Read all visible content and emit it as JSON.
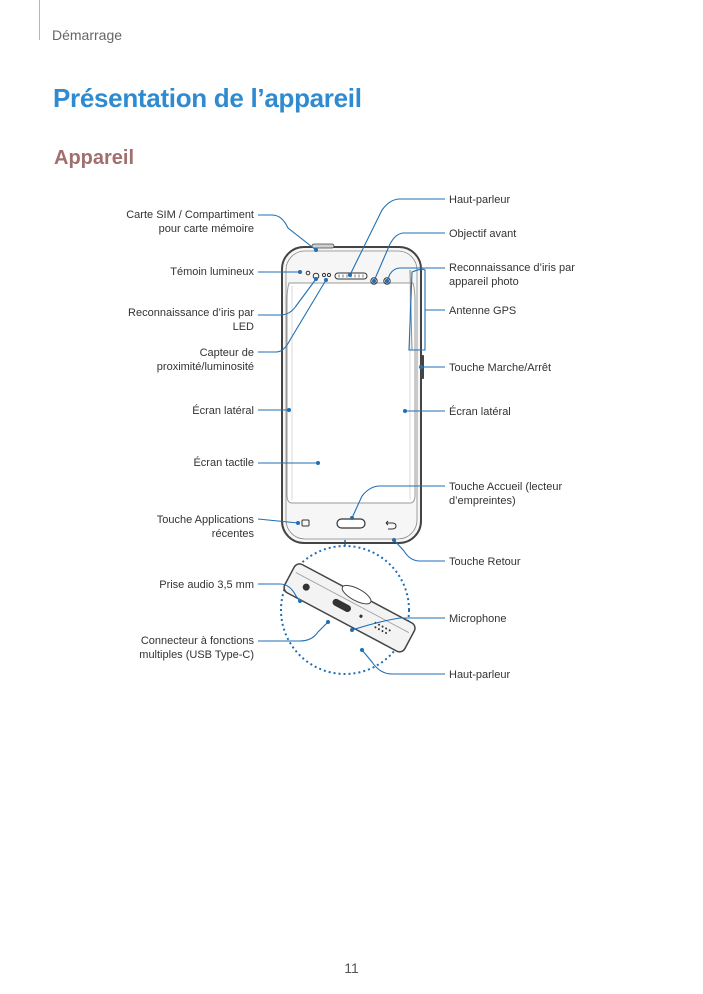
{
  "header": {
    "section": "Démarrage"
  },
  "title": "Présentation de l’appareil",
  "subtitle": "Appareil",
  "labels_left": {
    "sim": [
      "Carte SIM / Compartiment",
      "pour carte mémoire"
    ],
    "led": [
      "Témoin lumineux"
    ],
    "iris": [
      "Reconnaissance d’iris par",
      "LED"
    ],
    "proximity": [
      "Capteur de",
      "proximité/luminosité"
    ],
    "edge_left": [
      "Écran latéral"
    ],
    "touchscreen": [
      "Écran tactile"
    ],
    "recents": [
      "Touche Applications",
      "récentes"
    ],
    "audio": [
      "Prise audio 3,5 mm"
    ],
    "usb": [
      "Connecteur à fonctions",
      "multiples (USB Type-C)"
    ]
  },
  "labels_right": {
    "speaker_top": [
      "Haut-parleur"
    ],
    "front_camera": [
      "Objectif avant"
    ],
    "iris_camera": [
      "Reconnaissance d’iris par",
      "appareil photo"
    ],
    "gps": [
      "Antenne GPS"
    ],
    "power": [
      "Touche Marche/Arrêt"
    ],
    "edge_right": [
      "Écran latéral"
    ],
    "home": [
      "Touche Accueil (lecteur",
      "d’empreintes)"
    ],
    "back": [
      "Touche Retour"
    ],
    "microphone": [
      "Microphone"
    ],
    "speaker_bottom": [
      "Haut-parleur"
    ]
  },
  "colors": {
    "title": "#2f8bd1",
    "subtitle": "#a0706e",
    "callout": "#1f6fb5",
    "zoom_circle": "#1f6fb5"
  },
  "page_number": "11"
}
